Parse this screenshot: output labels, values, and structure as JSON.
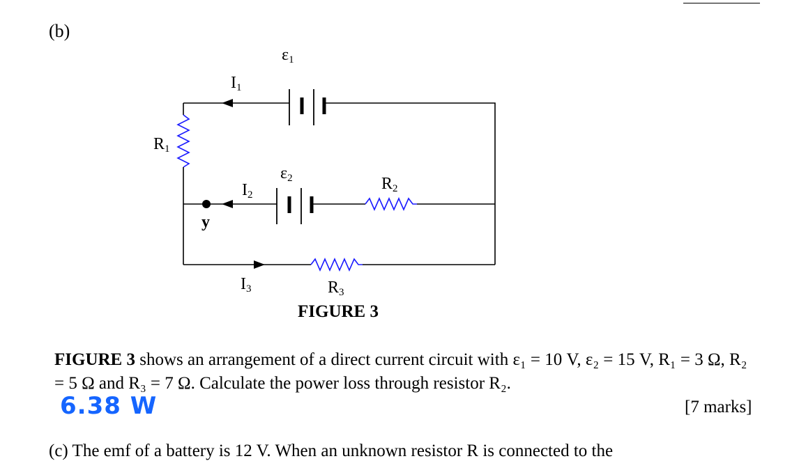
{
  "part_label": "(b)",
  "figure": {
    "caption": "FIGURE 3",
    "labels": {
      "e1": "ε1",
      "e2": "ε2",
      "i1": "I1",
      "i2": "I2",
      "i3": "I3",
      "r1": "R1",
      "r2": "R2",
      "r3": "R3",
      "node": "y"
    }
  },
  "question": {
    "figure_ref": "FIGURE 3",
    "text": " shows an arrangement of a direct current circuit with ε₁ = 10 V, ε₂ = 15 V, R₁ = 3 Ω, R₂ = 5 Ω and R₃ = 7 Ω. Calculate the power loss through resistor R₂.",
    "marks": "[7 marks]"
  },
  "handwritten_answer": "6.38 W",
  "next_question": "(c)        The emf of a battery is 12 V. When an unknown resistor R is connected to the"
}
